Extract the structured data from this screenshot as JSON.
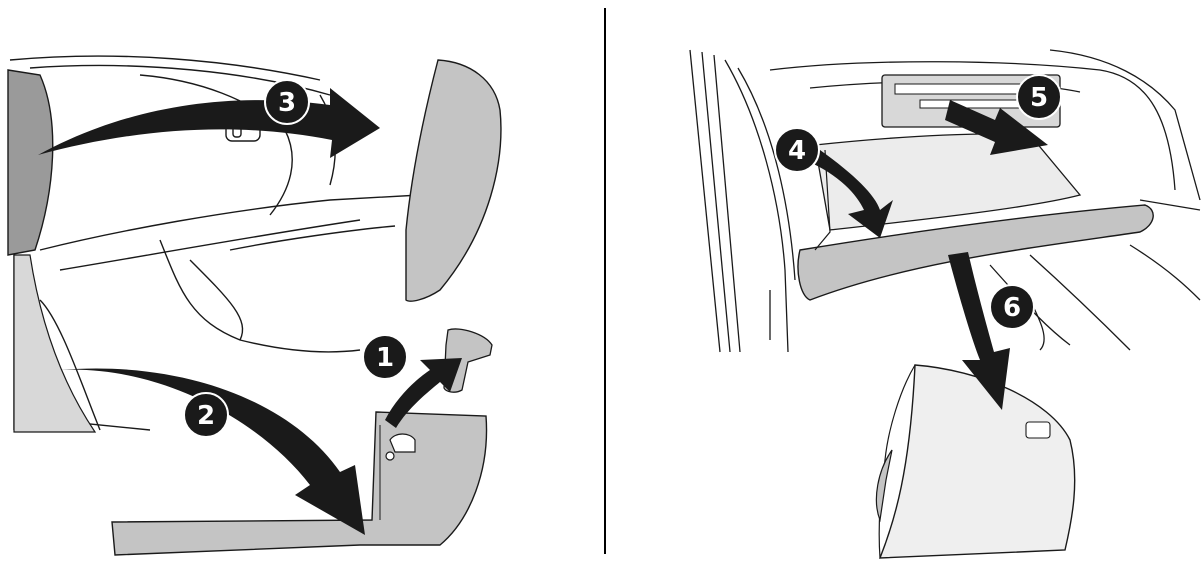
{
  "colors": {
    "line": "#1a1a1a",
    "part_fill": "#c4c4c4",
    "part_fill_dark": "#9a9a9a",
    "marker_fill": "#1a1a1a",
    "marker_text": "#ffffff",
    "divider": "#000000"
  },
  "steps": [
    {
      "number": "1",
      "panel": "left"
    },
    {
      "number": "2",
      "panel": "left"
    },
    {
      "number": "3",
      "panel": "left"
    },
    {
      "number": "4",
      "panel": "right"
    },
    {
      "number": "5",
      "panel": "right"
    },
    {
      "number": "6",
      "panel": "right"
    }
  ]
}
